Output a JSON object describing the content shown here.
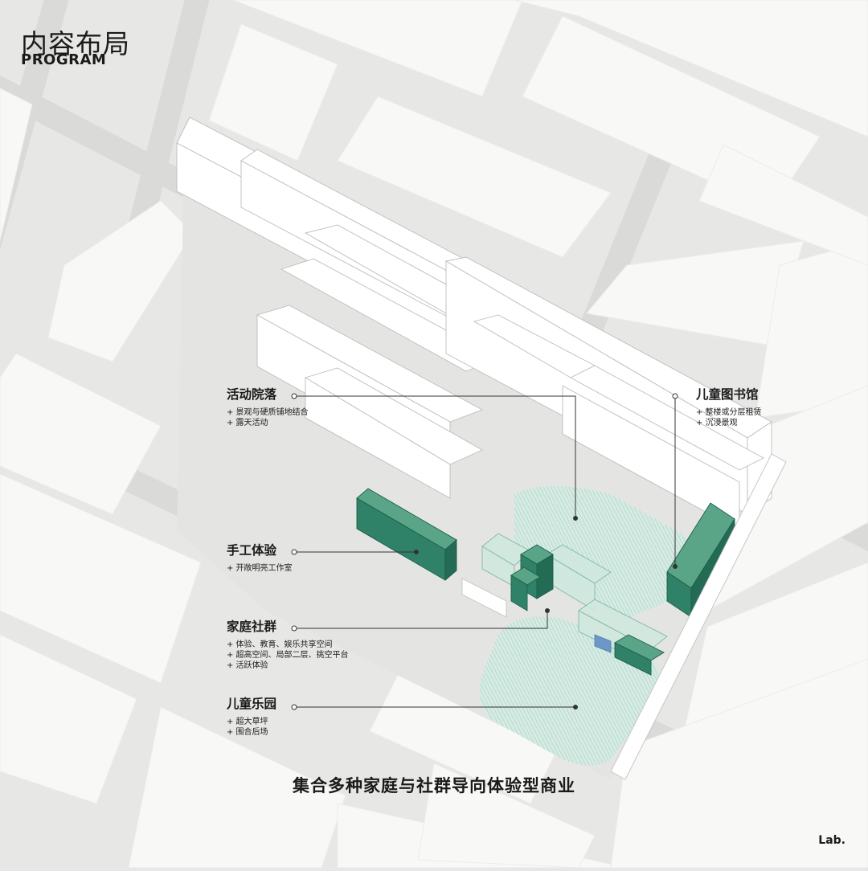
{
  "header": {
    "title": "内容布局",
    "subtitle": "PROGRAM"
  },
  "program": [
    {
      "name": "活动院落",
      "bullets": [
        "+ 景观与硬质铺地结合",
        "+ 露天活动"
      ]
    },
    {
      "name": "儿童图书馆",
      "bullets": [
        "+ 整楼或分层租赁",
        "+ 沉浸景观"
      ]
    },
    {
      "name": "手工体验",
      "bullets": [
        "+ 开敞明亮工作室"
      ]
    },
    {
      "name": "家庭社群",
      "bullets": [
        "+ 体验、教育、娱乐共享空间",
        "+ 超高空间、局部二层、挑空平台",
        "+ 活跃体验"
      ]
    },
    {
      "name": "儿童乐园",
      "bullets": [
        "+ 超大草坪",
        "+ 围合后场"
      ]
    }
  ],
  "caption": "集合多种家庭与社群导向体验型商业",
  "brand": "Lab.",
  "colors": {
    "background": "#e7e7e6",
    "block": "#f8f8f7",
    "street": "#d9d9d8",
    "accent_dark": "#2f8268",
    "accent_light": "#c9e6dc",
    "accent_blue": "#6d97c7",
    "leader": "#333333"
  }
}
